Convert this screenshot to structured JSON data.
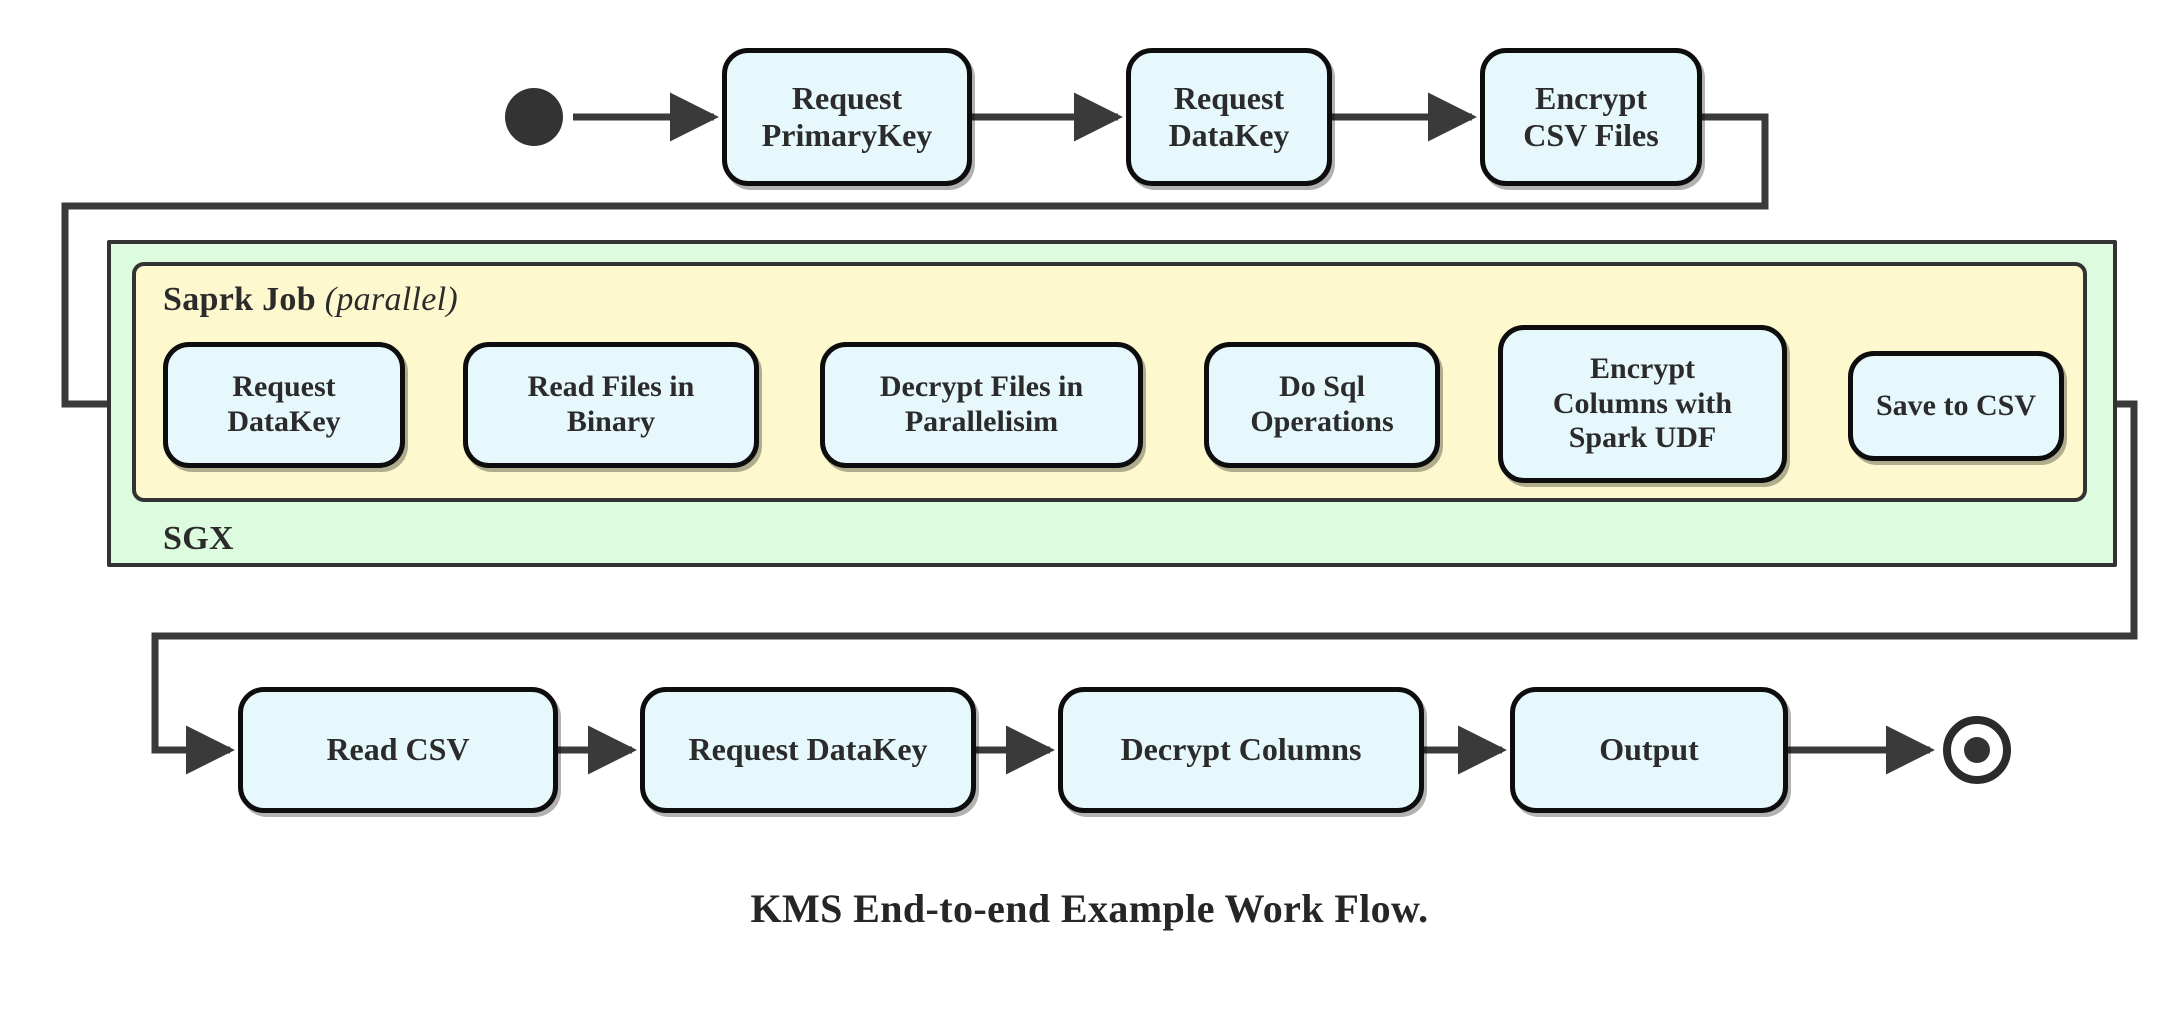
{
  "diagram": {
    "caption": "KMS End-to-end Example Work Flow.",
    "start_node": "start-node",
    "end_node": "end-node",
    "colors": {
      "node_fill": "#e6f8fc",
      "node_stroke": "#0d0d0d",
      "sgx_fill": "#ddfbde",
      "spark_fill": "#fdf8cd",
      "container_stroke": "#333333",
      "edge_stroke": "#3a3a3a",
      "text": "#2b2b2b"
    },
    "containers": {
      "sgx": {
        "label": "SGX"
      },
      "spark": {
        "label_bold": "Saprk Job",
        "label_italic": "(parallel)"
      }
    },
    "rows": {
      "top": [
        {
          "id": "request-primarykey",
          "line1": "Request",
          "line2": "PrimaryKey"
        },
        {
          "id": "request-datakey-top",
          "line1": "Request",
          "line2": "DataKey"
        },
        {
          "id": "encrypt-csv-files",
          "line1": "Encrypt",
          "line2": "CSV Files"
        }
      ],
      "spark": [
        {
          "id": "request-datakey-spark",
          "line1": "Request",
          "line2": "DataKey"
        },
        {
          "id": "read-files-in-binary",
          "line1": "Read Files in",
          "line2": "Binary"
        },
        {
          "id": "decrypt-files-in-parallelisim",
          "line1": "Decrypt Files in",
          "line2": "Parallelisim"
        },
        {
          "id": "do-sql-operations",
          "line1": "Do Sql",
          "line2": "Operations"
        },
        {
          "id": "encrypt-columns-with-spark-udf",
          "line1": "Encrypt",
          "line2": "Columns with",
          "line3": "Spark UDF"
        },
        {
          "id": "save-to-csv",
          "line1": "Save to CSV"
        }
      ],
      "bottom": [
        {
          "id": "read-csv",
          "line1": "Read CSV"
        },
        {
          "id": "request-datakey-bottom",
          "line1": "Request DataKey"
        },
        {
          "id": "decrypt-columns",
          "line1": "Decrypt Columns"
        },
        {
          "id": "output",
          "line1": "Output"
        }
      ]
    }
  }
}
